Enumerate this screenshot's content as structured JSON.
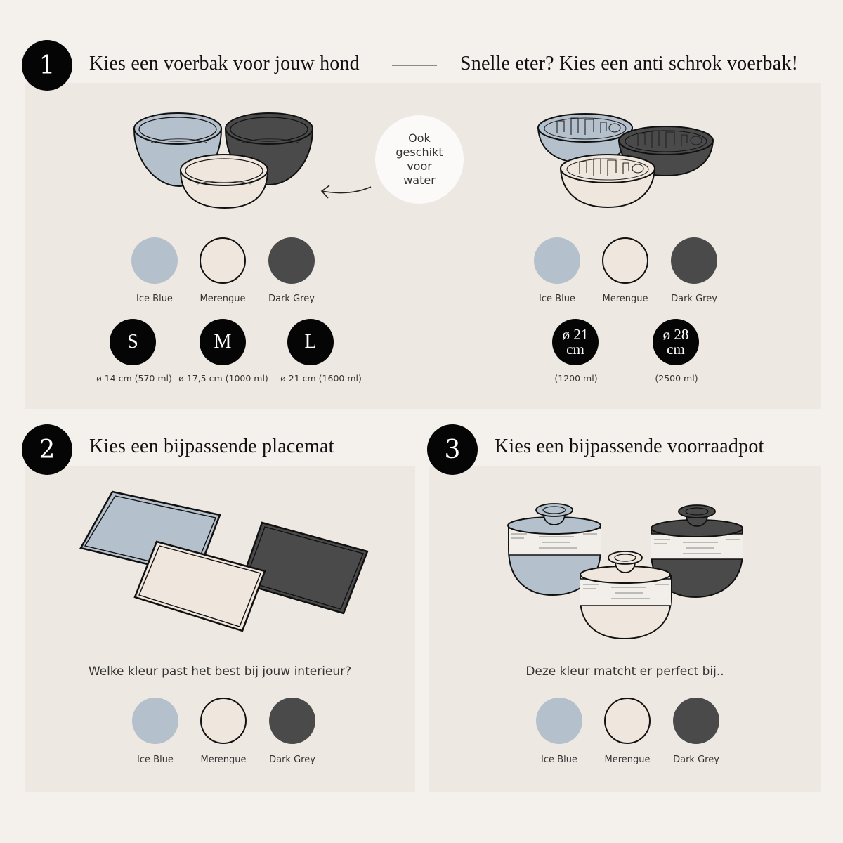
{
  "colors": {
    "page_bg": "#f4f0eb",
    "panel_bg": "#ede8e2",
    "ice_blue": "#b4c0cb",
    "merengue": "#efe6dd",
    "dark_grey": "#4a4a4a",
    "badge_black": "#050505"
  },
  "step1": {
    "number": "1",
    "title": "Kies een voerbak voor jouw hond",
    "alt_title": "Snelle eter? Kies een anti schrok voerbak!",
    "illustration": "three-food-bowls",
    "callout": {
      "lines": [
        "Ook",
        "geschikt",
        "voor",
        "water"
      ],
      "icon": "curved-arrow-left-icon"
    },
    "standard_bowl": {
      "colors": [
        {
          "name": "Ice Blue",
          "hex": "#b4c0cb"
        },
        {
          "name": "Merengue",
          "hex": "#efe6dd"
        },
        {
          "name": "Dark Grey",
          "hex": "#4a4a4a"
        }
      ],
      "sizes": [
        {
          "badge": "S",
          "label": "ø 14 cm (570 ml)"
        },
        {
          "badge": "M",
          "label": "ø 17,5 cm (1000 ml)"
        },
        {
          "badge": "L",
          "label": "ø 21 cm (1600 ml)"
        }
      ]
    },
    "slow_feeder": {
      "illustration": "three-slow-feeder-bowls",
      "colors": [
        {
          "name": "Ice Blue",
          "hex": "#b4c0cb"
        },
        {
          "name": "Merengue",
          "hex": "#efe6dd"
        },
        {
          "name": "Dark Grey",
          "hex": "#4a4a4a"
        }
      ],
      "sizes": [
        {
          "badge_line1": "ø 21",
          "badge_line2": "cm",
          "label": "(1200 ml)"
        },
        {
          "badge_line1": "ø 28",
          "badge_line2": "cm",
          "label": "(2500 ml)"
        }
      ]
    }
  },
  "step2": {
    "number": "2",
    "title": "Kies een bijpassende placemat",
    "illustration": "three-placemats",
    "question": "Welke kleur past het best bij jouw interieur?",
    "colors": [
      {
        "name": "Ice Blue",
        "hex": "#b4c0cb"
      },
      {
        "name": "Merengue",
        "hex": "#efe6dd"
      },
      {
        "name": "Dark Grey",
        "hex": "#4a4a4a"
      }
    ]
  },
  "step3": {
    "number": "3",
    "title": "Kies een bijpassende voorraadpot",
    "illustration": "three-storage-jars",
    "question": "Deze kleur matcht er perfect bij..",
    "colors": [
      {
        "name": "Ice Blue",
        "hex": "#b4c0cb"
      },
      {
        "name": "Merengue",
        "hex": "#efe6dd"
      },
      {
        "name": "Dark Grey",
        "hex": "#4a4a4a"
      }
    ]
  }
}
